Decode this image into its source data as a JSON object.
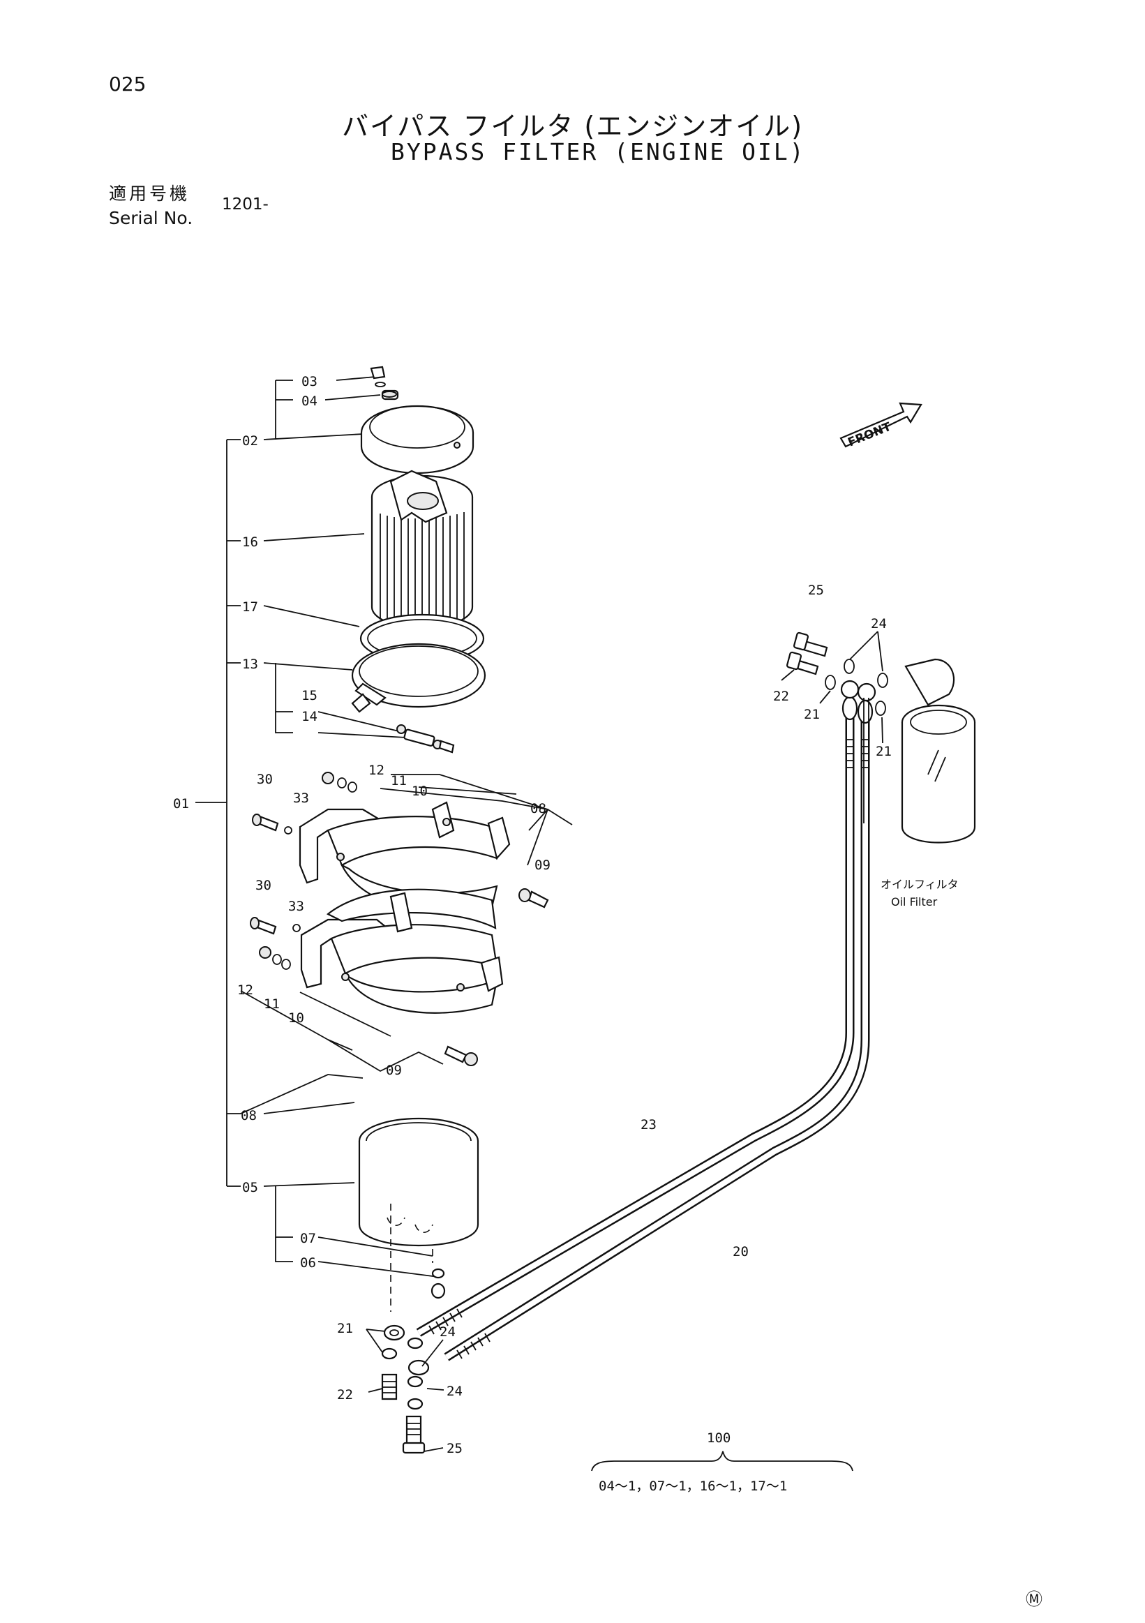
{
  "header": {
    "page_number": "025",
    "title_jp": "バイパス フイルタ (エンジンオイル)",
    "title_en": "BYPASS FILTER (ENGINE OIL)",
    "serial_label_jp": "適用号機",
    "serial_label_en": "Serial No.",
    "serial_value": "1201-"
  },
  "front_label": "FRONT",
  "oil_filter_label_jp": "オイルフィルタ",
  "oil_filter_label_en": "Oil Filter",
  "kit": {
    "number": "100",
    "contents": "04～1，07～1，16～1，17～1"
  },
  "callouts": {
    "p01": "01",
    "p02": "02",
    "p03": "03",
    "p04": "04",
    "p05": "05",
    "p06": "06",
    "p07": "07",
    "p08": "08",
    "p09": "09",
    "p10": "10",
    "p11": "11",
    "p12": "12",
    "p13": "13",
    "p14": "14",
    "p15": "15",
    "p16": "16",
    "p17": "17",
    "p20": "20",
    "p21": "21",
    "p22": "22",
    "p23": "23",
    "p24": "24",
    "p25": "25",
    "p30": "30",
    "p33": "33"
  },
  "footer_mark": "Ⓜ"
}
